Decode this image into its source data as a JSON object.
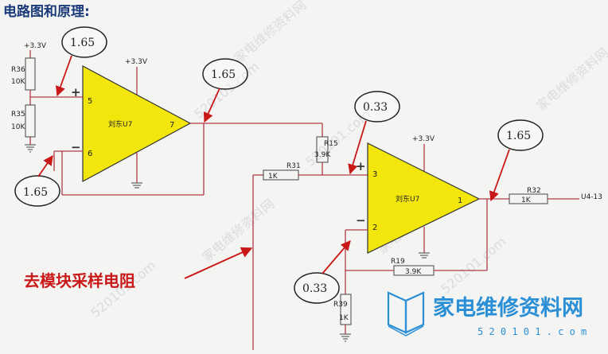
{
  "heading": "电路图和原理:",
  "note": "去模块采样电阻",
  "supply": "+3.3V",
  "ground_symbol": "ground",
  "opamps": [
    {
      "name": "刘东U7",
      "pin_plus": "5",
      "pin_minus": "6",
      "pin_out": "7"
    },
    {
      "name": "刘东U7",
      "pin_plus": "3",
      "pin_minus": "2",
      "pin_out": "1"
    }
  ],
  "resistors": {
    "r36": {
      "ref": "R36",
      "value": "10K"
    },
    "r35": {
      "ref": "R35",
      "value": "10K"
    },
    "r15": {
      "ref": "R15",
      "value": "3.9K"
    },
    "r31": {
      "ref": "R31",
      "value": "1K"
    },
    "r19": {
      "ref": "R19",
      "value": "3.9K"
    },
    "r39": {
      "ref": "R39",
      "value": "1K"
    },
    "r32": {
      "ref": "R32",
      "value": "1K"
    }
  },
  "output_label": "U4-13",
  "voltages": {
    "u1_plus": "1.65",
    "u1_out": "1.65",
    "u1_minus": "1.65",
    "u2_plus": "0.33",
    "u2_out": "1.65",
    "u2_minus": "0.33"
  },
  "signs": {
    "plus": "+",
    "minus": "−"
  },
  "watermarks": {
    "site": "520101.com",
    "brand": "家电维修资料网",
    "logo_text": "家电维修资料网",
    "logo_url": "5 2 0 1 0 1 . c o m"
  },
  "colors": {
    "opamp_fill": "#f2e60c",
    "opamp_stroke": "#333333",
    "wire": "#b03a44",
    "annotation_red": "#c81818",
    "heading": "#1a3a7a",
    "logo_blue": "#2a8fd6"
  }
}
